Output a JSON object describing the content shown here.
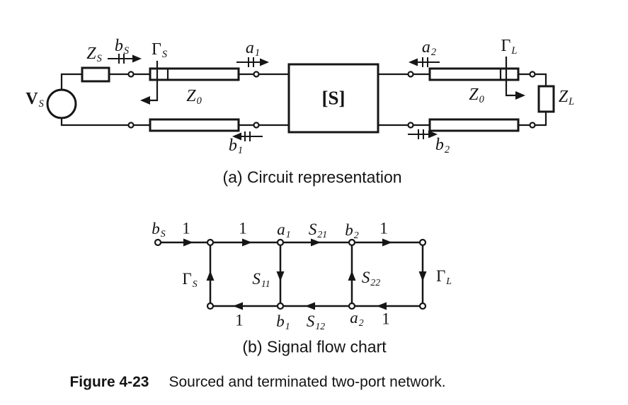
{
  "circuit": {
    "caption": "(a) Circuit representation",
    "vs": {
      "base": "V",
      "sub": "S"
    },
    "zs": {
      "base": "Z",
      "sub": "S"
    },
    "bs": {
      "base": "b",
      "sub": "S"
    },
    "gamma_s": {
      "base": "Γ",
      "sub": "S"
    },
    "z0_left": {
      "base": "Z",
      "sub": "0"
    },
    "a1": {
      "base": "a",
      "sub": "1"
    },
    "s_box": "[S]",
    "b1": {
      "base": "b",
      "sub": "1"
    },
    "a2": {
      "base": "a",
      "sub": "2"
    },
    "b2": {
      "base": "b",
      "sub": "2"
    },
    "gamma_l": {
      "base": "Γ",
      "sub": "L"
    },
    "z0_right": {
      "base": "Z",
      "sub": "0"
    },
    "zl": {
      "base": "Z",
      "sub": "L"
    }
  },
  "flow_graph": {
    "caption": "(b) Signal flow chart",
    "top": {
      "bs": {
        "base": "b",
        "sub": "S"
      },
      "gain1": "1",
      "gain2": "1",
      "a1": {
        "base": "a",
        "sub": "1"
      },
      "s21": {
        "base": "S",
        "sub": "21"
      },
      "b2": {
        "base": "b",
        "sub": "2"
      },
      "gain3": "1"
    },
    "mid": {
      "gamma_s": {
        "base": "Γ",
        "sub": "S"
      },
      "s11": {
        "base": "S",
        "sub": "11"
      },
      "s22": {
        "base": "S",
        "sub": "22"
      },
      "gamma_l": {
        "base": "Γ",
        "sub": "L"
      }
    },
    "bottom": {
      "gain1": "1",
      "b1": {
        "base": "b",
        "sub": "1"
      },
      "s12": {
        "base": "S",
        "sub": "12"
      },
      "a2": {
        "base": "a",
        "sub": "2"
      },
      "gain2": "1"
    }
  },
  "figure": {
    "label": "Figure 4-23",
    "caption": "Sourced and terminated two-port network."
  }
}
